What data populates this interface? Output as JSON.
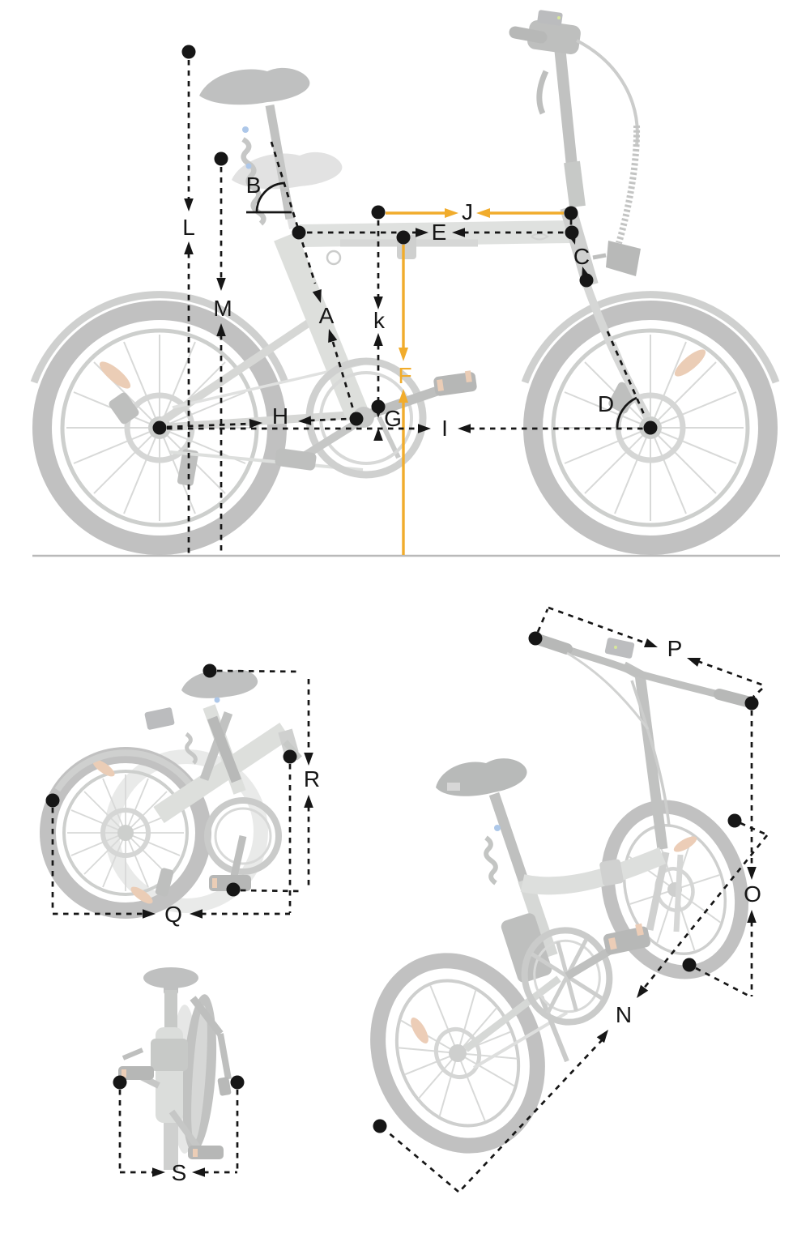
{
  "diagram": {
    "type": "folding-ebike-geometry-dimension-diagram",
    "views": [
      {
        "id": "side-profile",
        "description": "side view with geometry dimensions",
        "dimension_labels": [
          "L",
          "M",
          "B",
          "A",
          "k",
          "E",
          "J",
          "C",
          "F",
          "G",
          "H",
          "I",
          "D"
        ]
      },
      {
        "id": "folded-side",
        "description": "folded bike side view",
        "dimension_labels": [
          "R",
          "Q"
        ]
      },
      {
        "id": "folded-front",
        "description": "folded bike front view",
        "dimension_labels": [
          "S"
        ]
      },
      {
        "id": "three-quarter",
        "description": "perspective view",
        "dimension_labels": [
          "P",
          "O",
          "N"
        ]
      }
    ]
  },
  "labels": {
    "A": "A",
    "B": "B",
    "C": "C",
    "D": "D",
    "E": "E",
    "F": "F",
    "G": "G",
    "H": "H",
    "I": "I",
    "J": "J",
    "k": "k",
    "L": "L",
    "M": "M",
    "N": "N",
    "O": "O",
    "P": "P",
    "Q": "Q",
    "R": "R",
    "S": "S"
  },
  "colors": {
    "dimension": "#161616",
    "accent": "#F1AC2C",
    "ground": "#b9b9b9",
    "reflector": "#dca57c"
  }
}
